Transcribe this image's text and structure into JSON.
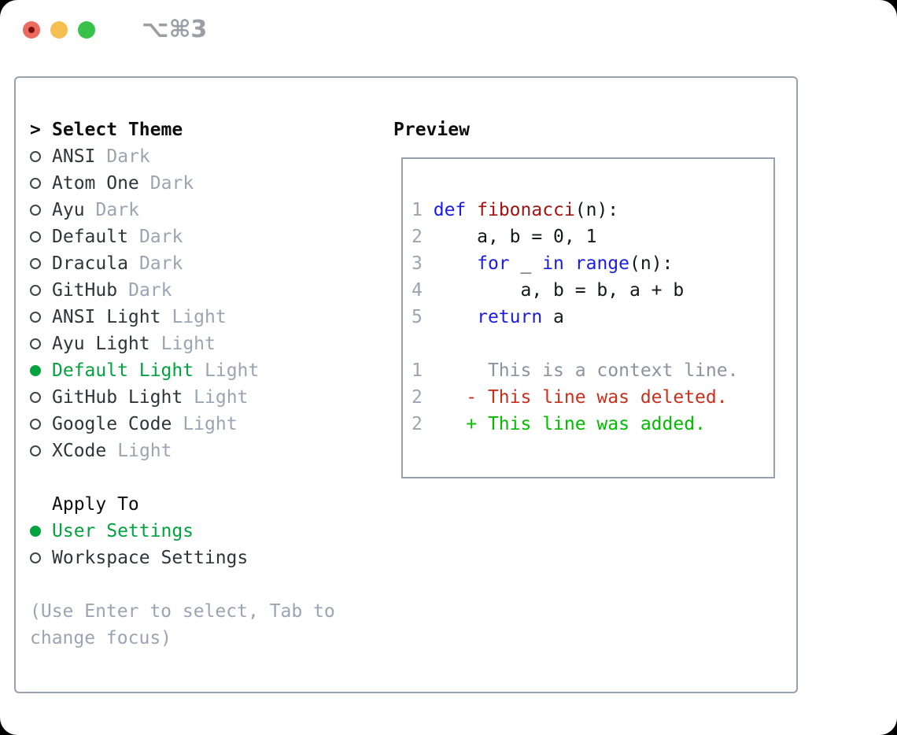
{
  "window": {
    "shortcut": "⌥⌘3",
    "traffic_lights": [
      "close-button",
      "minimize-button",
      "zoom-button"
    ]
  },
  "theme_picker": {
    "prompt": ">",
    "title": "Select Theme",
    "items": [
      {
        "name": "ANSI",
        "variant": "Dark",
        "selected": false
      },
      {
        "name": "Atom One",
        "variant": "Dark",
        "selected": false
      },
      {
        "name": "Ayu",
        "variant": "Dark",
        "selected": false
      },
      {
        "name": "Default",
        "variant": "Dark",
        "selected": false
      },
      {
        "name": "Dracula",
        "variant": "Dark",
        "selected": false
      },
      {
        "name": "GitHub",
        "variant": "Dark",
        "selected": false
      },
      {
        "name": "ANSI Light",
        "variant": "Light",
        "selected": false
      },
      {
        "name": "Ayu Light",
        "variant": "Light",
        "selected": false
      },
      {
        "name": "Default Light",
        "variant": "Light",
        "selected": true
      },
      {
        "name": "GitHub Light",
        "variant": "Light",
        "selected": false
      },
      {
        "name": "Google Code",
        "variant": "Light",
        "selected": false
      },
      {
        "name": "XCode",
        "variant": "Light",
        "selected": false
      }
    ],
    "apply_to": {
      "title": "Apply To",
      "options": [
        {
          "label": "User Settings",
          "selected": true
        },
        {
          "label": "Workspace Settings",
          "selected": false
        }
      ]
    },
    "hint": "(Use Enter to select, Tab to change focus)"
  },
  "preview": {
    "title": "Preview",
    "lines": [
      {
        "num": "1",
        "segs": [
          [
            "kw",
            "def"
          ],
          [
            "pl",
            " "
          ],
          [
            "fn",
            "fibonacci"
          ],
          [
            "pl",
            "(n):"
          ]
        ]
      },
      {
        "num": "2",
        "segs": [
          [
            "pl",
            "    a, b = 0, 1"
          ]
        ]
      },
      {
        "num": "3",
        "segs": [
          [
            "pl",
            "    "
          ],
          [
            "kw",
            "for"
          ],
          [
            "pl",
            " _ "
          ],
          [
            "kw",
            "in"
          ],
          [
            "pl",
            " "
          ],
          [
            "kw",
            "range"
          ],
          [
            "pl",
            "(n):"
          ]
        ]
      },
      {
        "num": "4",
        "segs": [
          [
            "pl",
            "        a, b = b, a + b"
          ]
        ]
      },
      {
        "num": "5",
        "segs": [
          [
            "pl",
            "    "
          ],
          [
            "kw",
            "return"
          ],
          [
            "pl",
            " a"
          ]
        ]
      },
      {
        "num": "",
        "segs": []
      },
      {
        "num": "1",
        "segs": [
          [
            "ctx",
            "     This is a context line."
          ]
        ]
      },
      {
        "num": "2",
        "segs": [
          [
            "del",
            "   - This line was deleted."
          ]
        ]
      },
      {
        "num": "2",
        "segs": [
          [
            "add",
            "   + This line was added."
          ]
        ]
      }
    ]
  },
  "colors": {
    "selection_green": "#00A33E",
    "keyword_blue": "#1B1BE8",
    "function_red": "#A61212",
    "diff_deleted_red": "#C9301C",
    "diff_added_green": "#00BD00",
    "muted_gray": "#9AA5B1",
    "border_gray": "#99A2AC",
    "traffic_red": "#EC6A5E",
    "traffic_yellow": "#F6BE50",
    "traffic_green": "#38C24A"
  }
}
